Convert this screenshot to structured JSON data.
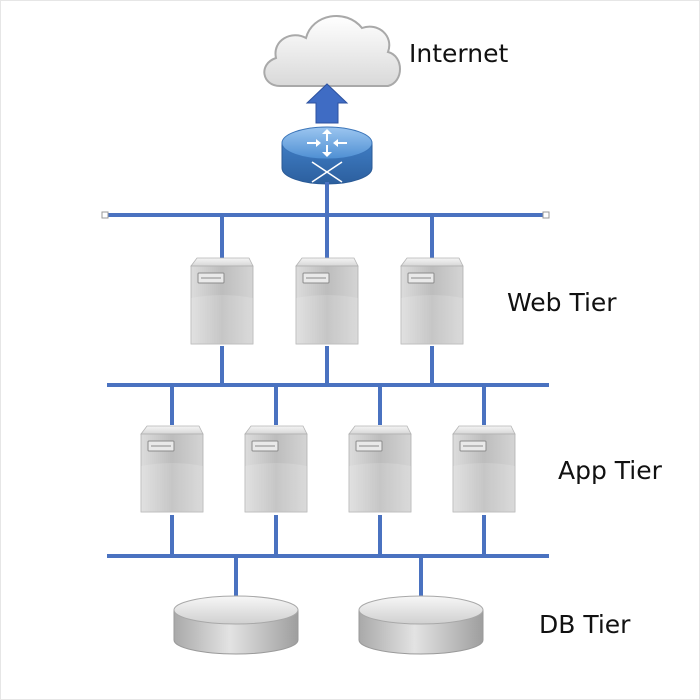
{
  "labels": {
    "internet": "Internet",
    "web_tier": "Web Tier",
    "app_tier": "App Tier",
    "db_tier": "DB Tier"
  },
  "colors": {
    "bus": "#4a72c0",
    "arrow": "#3f6cc4",
    "router": "#4b8fd6",
    "server": "#c8c8c8",
    "cloud": "#efefef",
    "text": "#111111"
  },
  "icons": {
    "cloud": "cloud-icon",
    "router": "router-icon",
    "server": "server-icon",
    "database": "database-icon",
    "arrow": "up-arrow-icon"
  }
}
